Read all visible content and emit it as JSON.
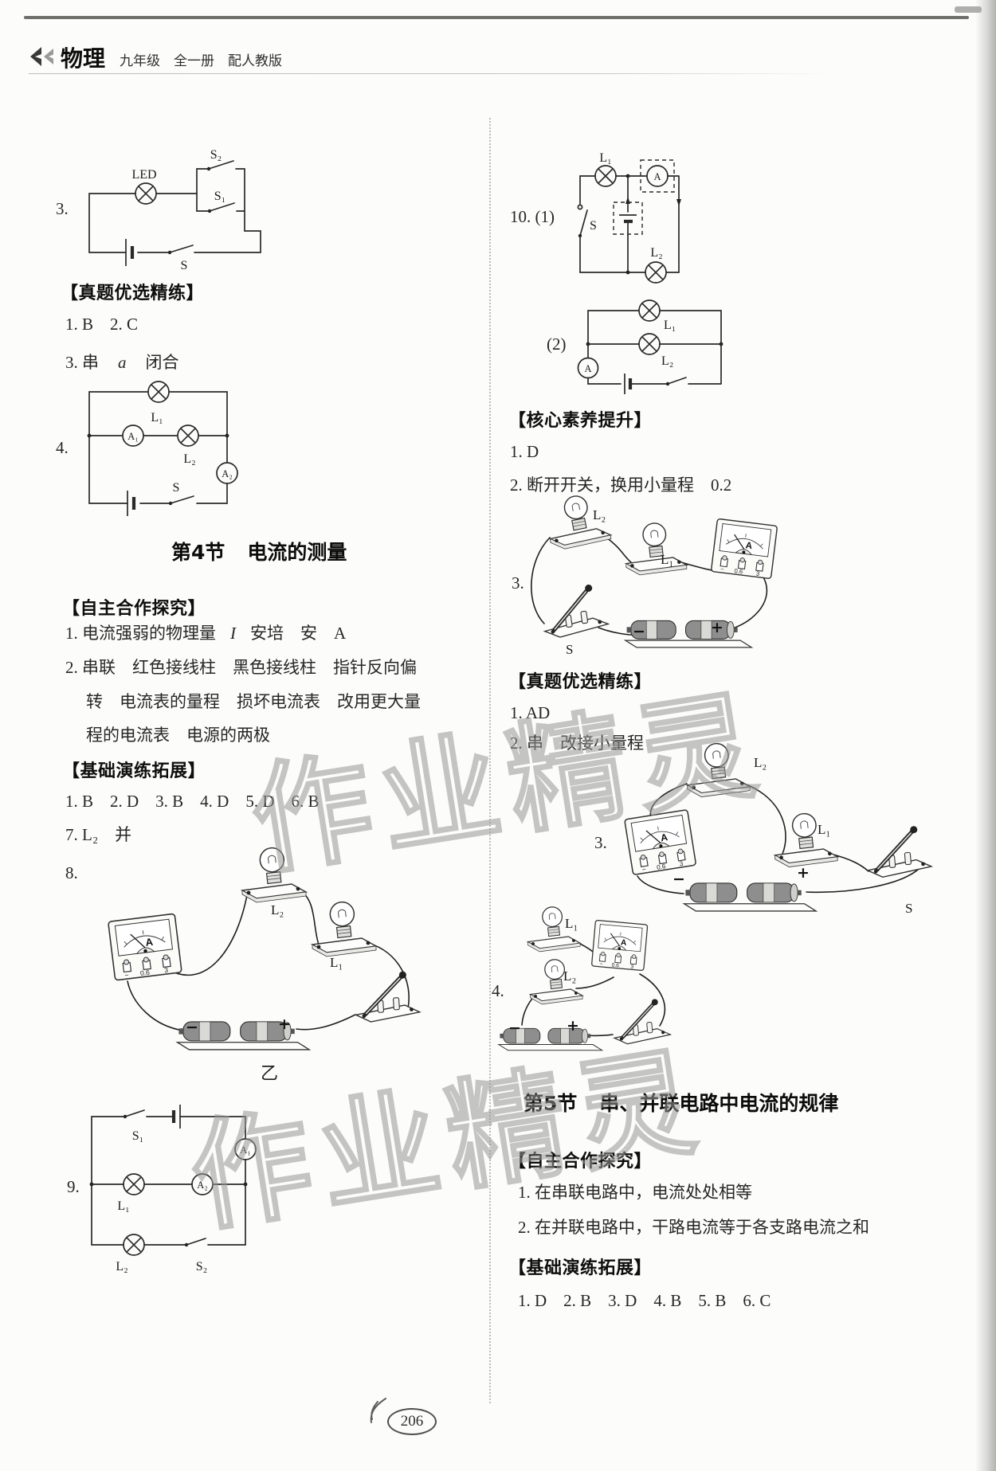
{
  "header": {
    "subject": "物理",
    "meta": "九年级　全一册　配人教版"
  },
  "watermark": "作业精灵",
  "footer": {
    "page_number": "206"
  },
  "sym": {
    "led": "LED",
    "s": "S",
    "s1": "S₁",
    "s2": "S₂",
    "l1": "L₁",
    "l2": "L₂",
    "a": "A",
    "a1": "A₁",
    "a2": "A₂",
    "minus": "−",
    "plus": "+",
    "r1": "0.6",
    "r2": "3",
    "yi": "乙"
  },
  "left": {
    "q3_num": "3.",
    "zhenti": {
      "heading": "【真题优选精练】",
      "ans12": "1. B　2. C",
      "ans3_pre": "3. 串",
      "ans3_i": "a",
      "ans3_post": "闭合"
    },
    "q4_num": "4.",
    "sec4": {
      "num": "第4节",
      "title": "电流的测量"
    },
    "zizhu": {
      "heading": "【自主合作探究】",
      "item1_pre": "1. 电流强弱的物理量",
      "item1_i": "I",
      "item1_post": "安培　安　A",
      "item2_line1": "2. 串联　红色接线柱　黑色接线柱　指针反向偏",
      "item2_line2": "转　电流表的量程　损坏电流表　改用更大量",
      "item2_line3": "程的电流表　电源的两极"
    },
    "jichu": {
      "heading": "【基础演练拓展】",
      "ans16": "1. B　2. D　3. B　4. D　5. D　6. B",
      "ans7": "7. L₂　并",
      "q8_num": "8."
    },
    "q9_num": "9."
  },
  "right": {
    "q10_num": "10. (1)",
    "q10b_num": "(2)",
    "hexin": {
      "heading": "【核心素养提升】",
      "ans1": "1. D",
      "ans2": "2. 断开开关，换用小量程　0.2",
      "q3_num": "3."
    },
    "zhenti": {
      "heading": "【真题优选精练】",
      "ans1": "1. AD",
      "ans2": "2. 串　改接小量程",
      "q3_num": "3.",
      "q4_num": "4."
    },
    "sec5": {
      "num": "第5节",
      "title": "串、并联电路中电流的规律"
    },
    "zizhu": {
      "heading": "【自主合作探究】",
      "item1": "1. 在串联电路中，电流处处相等",
      "item2": "2. 在并联电路中，干路电流等于各支路电流之和"
    },
    "jichu": {
      "heading": "【基础演练拓展】",
      "ans": "1. D　2. B　3. D　4. B　5. B　6. C"
    }
  }
}
